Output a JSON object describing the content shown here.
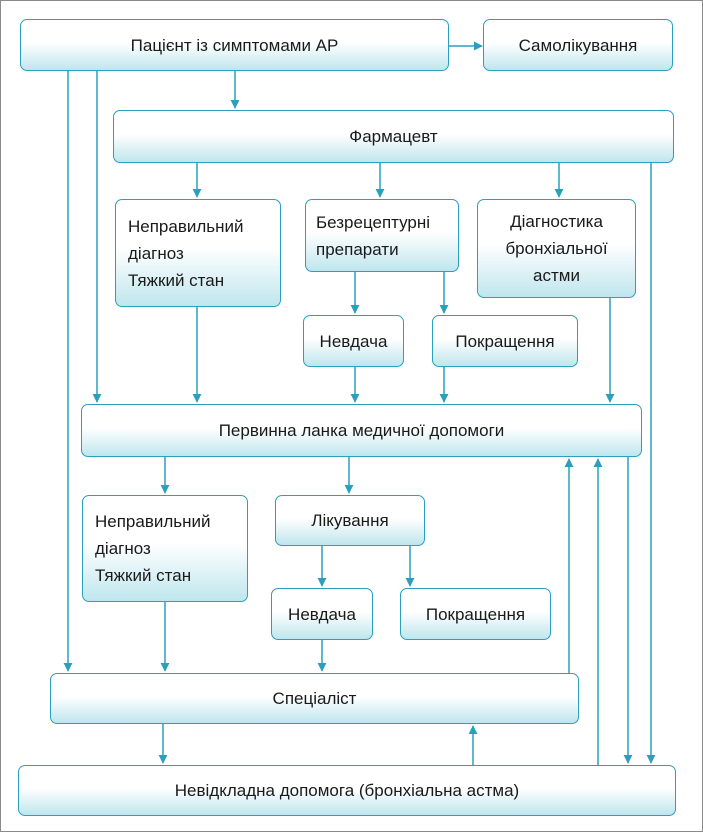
{
  "colors": {
    "accent": "#2aa0bd",
    "box_fill_bottom": "#bfe6ee",
    "text": "#1a1a1a",
    "frame": "#8a8a8a"
  },
  "nodes": {
    "patient": {
      "label": "Пацієнт із симптомами АР"
    },
    "self_treatment": {
      "label": "Самолікування"
    },
    "pharmacist": {
      "label": "Фармацевт"
    },
    "ph_wrong_diagnosis": {
      "lines": [
        "Неправильний",
        "діагноз",
        "Тяжкий стан"
      ]
    },
    "otc_drugs": {
      "lines": [
        "Безрецептурні",
        "препарати"
      ]
    },
    "asthma_diagnostics": {
      "lines": [
        "Діагностика",
        "бронхіальної",
        "астми"
      ]
    },
    "ph_failure": {
      "label": "Невдача"
    },
    "ph_improvement": {
      "label": "Покращення"
    },
    "primary_care": {
      "label": "Первинна ланка медичної допомоги"
    },
    "pc_wrong_diagnosis": {
      "lines": [
        "Неправильний",
        "діагноз",
        "Тяжкий стан"
      ]
    },
    "treatment": {
      "label": "Лікування"
    },
    "pc_failure": {
      "label": "Невдача"
    },
    "pc_improvement": {
      "label": "Покращення"
    },
    "specialist": {
      "label": "Спеціаліст"
    },
    "emergency": {
      "label": "Невідкладна допомога (бронхіальна астма)"
    }
  }
}
